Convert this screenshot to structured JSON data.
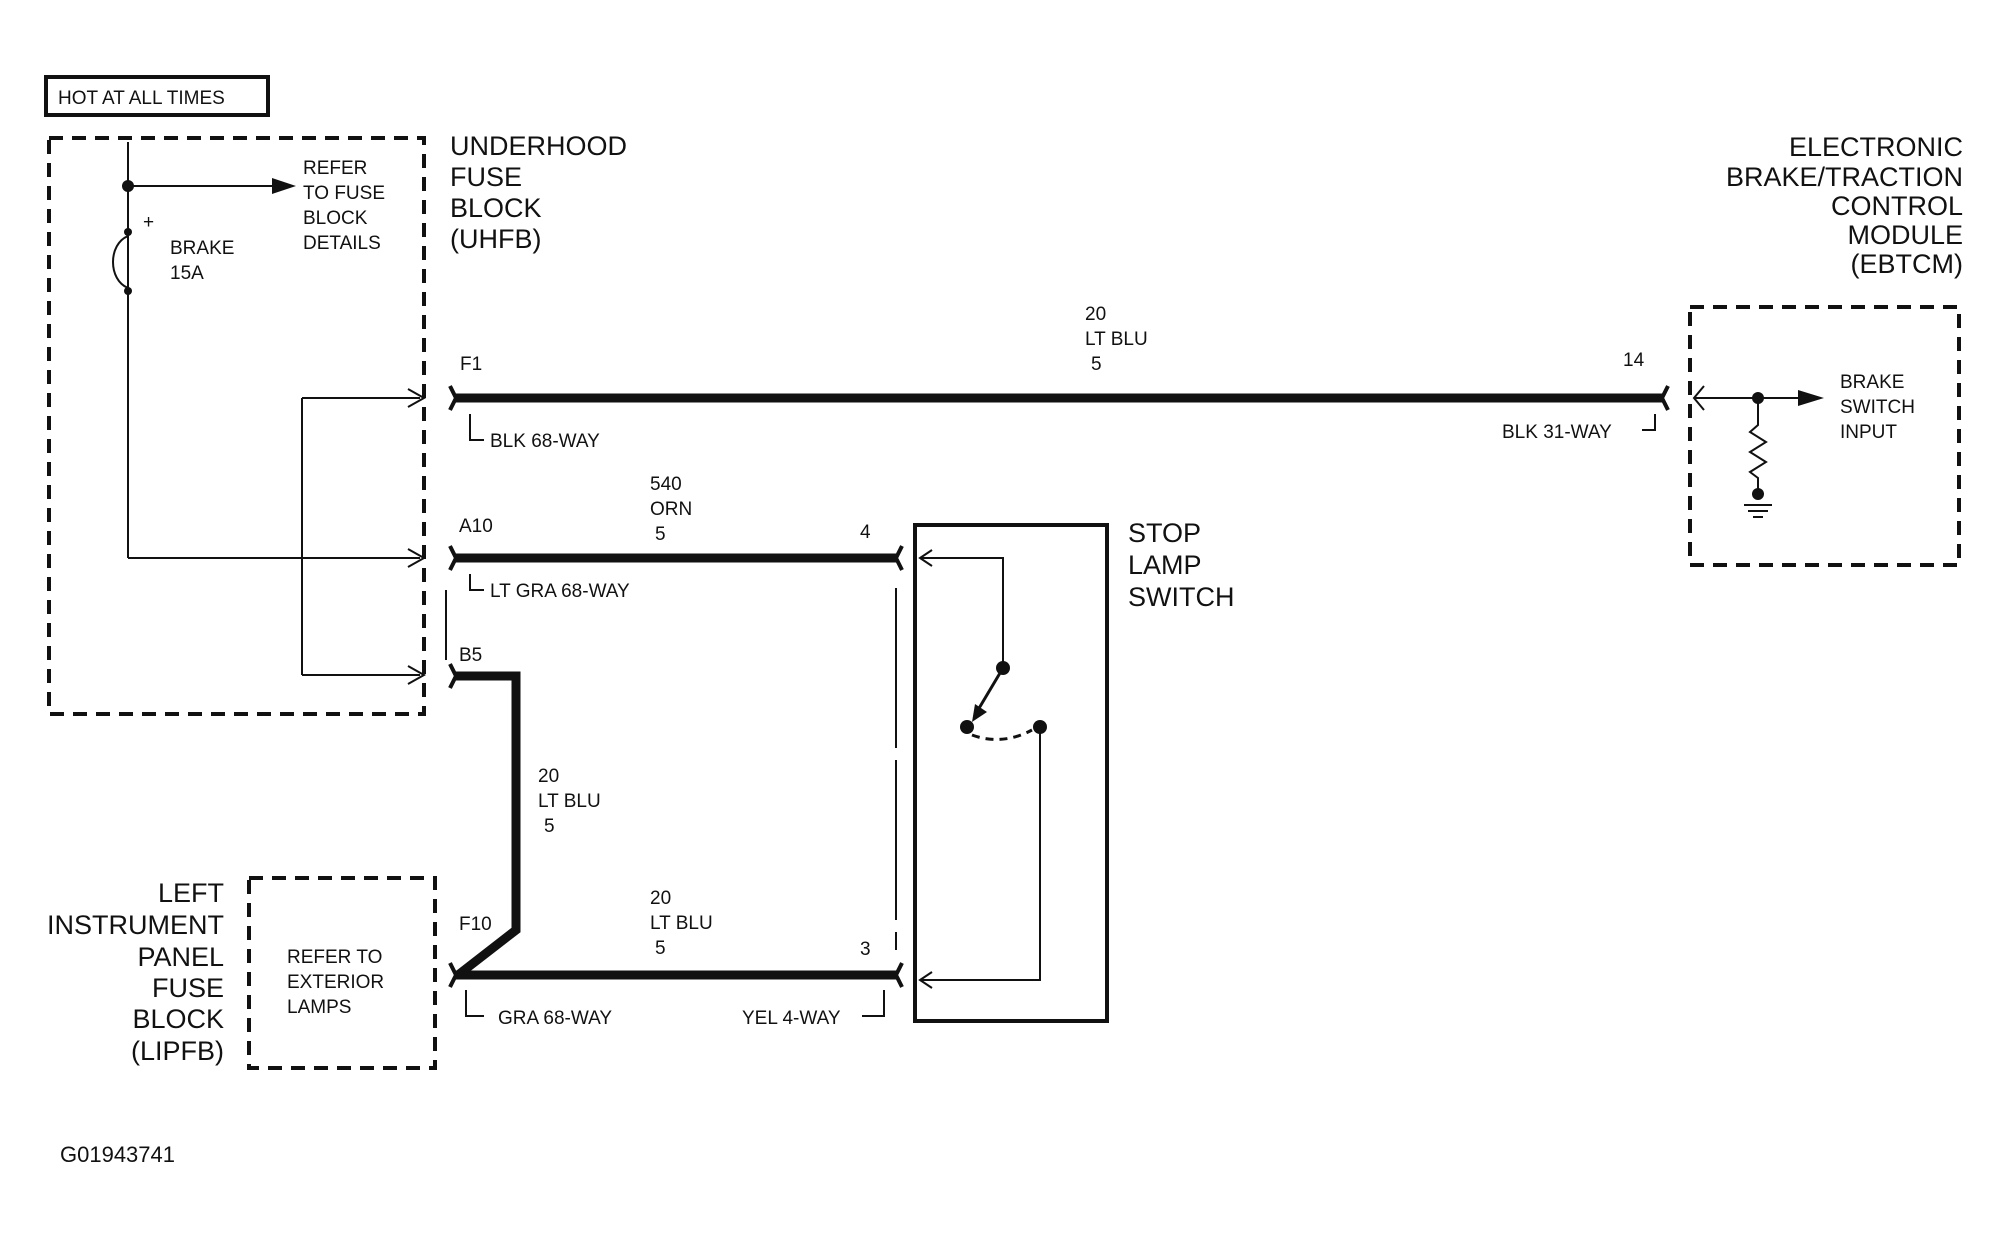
{
  "hot_label": "HOT AT ALL TIMES",
  "uhfb": {
    "name": [
      "UNDERHOOD",
      "FUSE",
      "BLOCK",
      "(UHFB)"
    ],
    "refer": [
      "REFER",
      "TO FUSE",
      "BLOCK",
      "DETAILS"
    ],
    "fuse_name": "BRAKE",
    "fuse_rating": "15A",
    "fuse_polarity": "+"
  },
  "ebtcm": {
    "name": [
      "ELECTRONIC",
      "BRAKE/TRACTION",
      "CONTROL",
      "MODULE",
      "(EBTCM)"
    ],
    "input_label": [
      "BRAKE",
      "SWITCH",
      "INPUT"
    ]
  },
  "stop_lamp_switch": {
    "name": [
      "STOP",
      "LAMP",
      "SWITCH"
    ]
  },
  "lipfb": {
    "name": [
      "LEFT",
      "INSTRUMENT",
      "PANEL",
      "FUSE",
      "BLOCK",
      "(LIPFB)"
    ],
    "refer": [
      "REFER TO",
      "EXTERIOR",
      "LAMPS"
    ]
  },
  "circuits": {
    "top": {
      "pin_left": "F1",
      "pin_right": "14",
      "gauge": "20",
      "color": "LT BLU",
      "circuit": "5",
      "conn_left": "BLK 68-WAY",
      "conn_right": "BLK 31-WAY"
    },
    "middle": {
      "pin_left": "A10",
      "pin_right": "4",
      "gauge": "540",
      "color": "ORN",
      "circuit": "5",
      "conn_left": "LT GRA 68-WAY"
    },
    "vertical": {
      "pin_top": "B5",
      "gauge": "20",
      "color": "LT BLU",
      "circuit": "5"
    },
    "bottom": {
      "pin_left": "F10",
      "pin_right": "3",
      "gauge": "20",
      "color": "LT BLU",
      "circuit": "5",
      "conn_left": "GRA 68-WAY",
      "conn_right": "YEL 4-WAY"
    }
  },
  "figure_id": "G01943741"
}
